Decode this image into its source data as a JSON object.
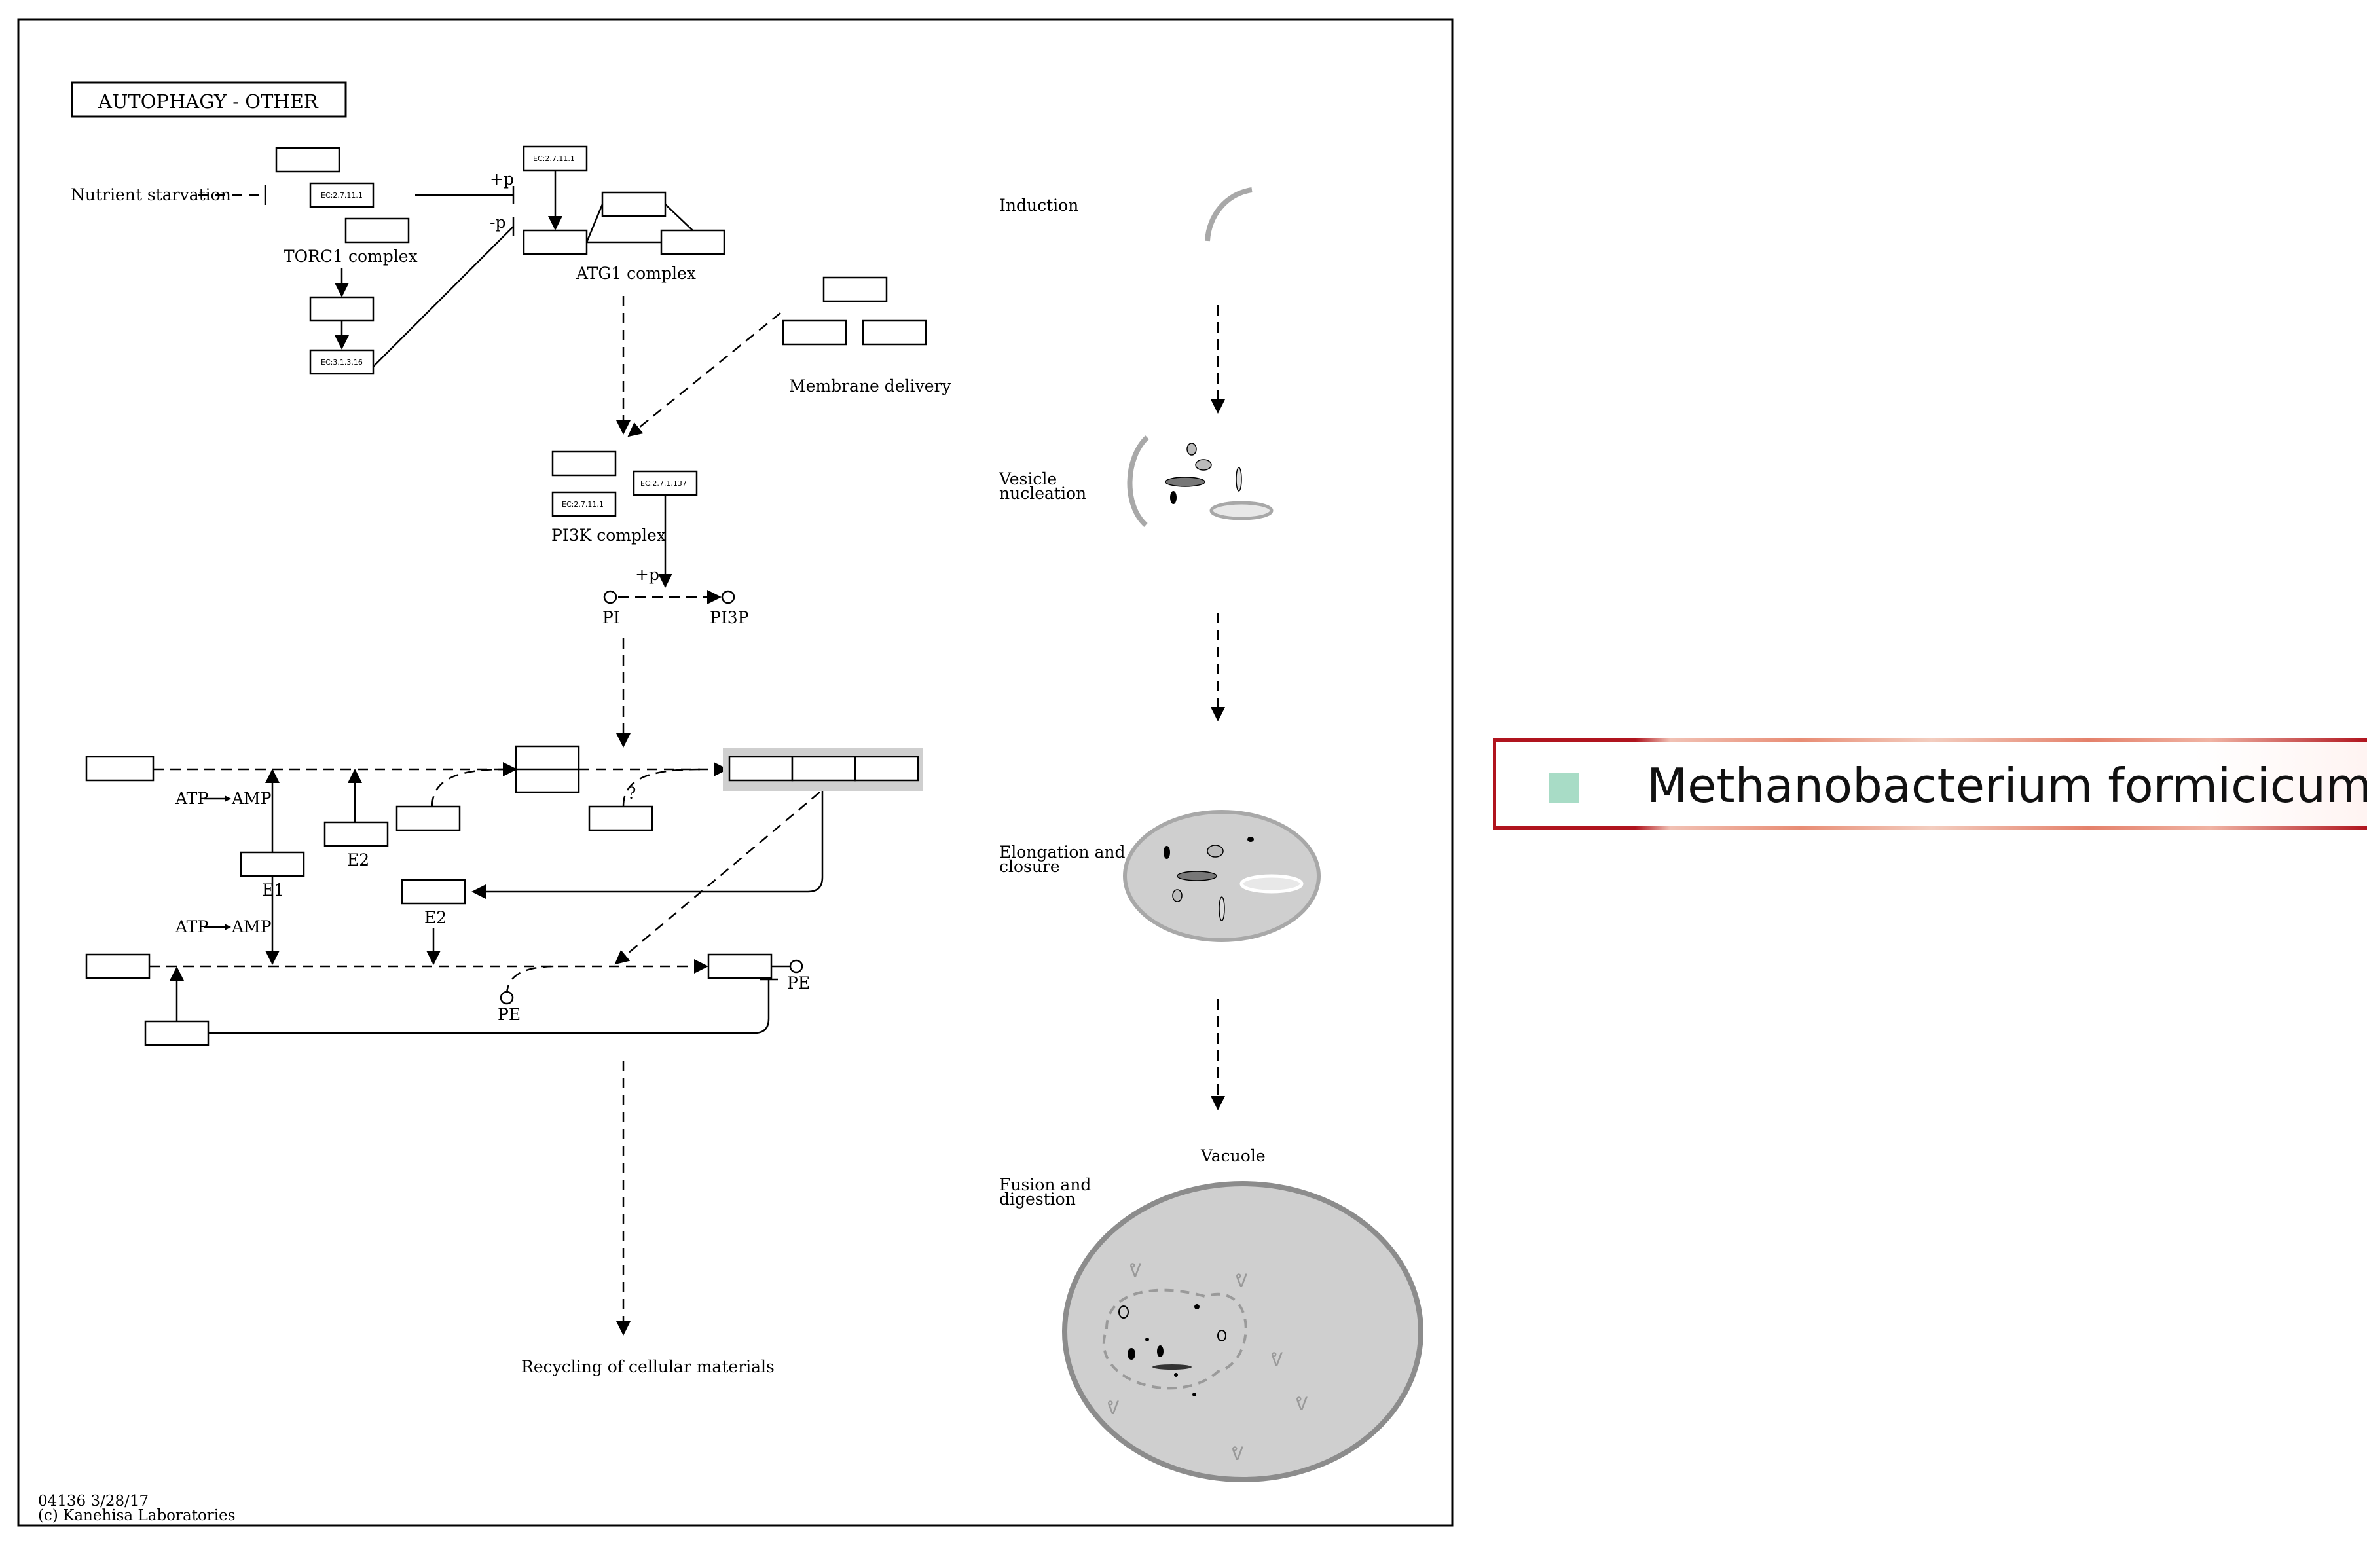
{
  "map": {
    "title": "AUTOPHAGY - OTHER",
    "footer_id": "04136 3/28/17",
    "footer_copyright": "(c) Kanehisa Laboratories"
  },
  "labels": {
    "nutrient_starvation": "Nutrient starvation",
    "torc1_complex": "TORC1 complex",
    "atg1_complex": "ATG1 complex",
    "membrane_delivery": "Membrane delivery",
    "pi3k_complex": "PI3K complex",
    "plus_p_1": "+p",
    "minus_p": "-p",
    "plus_p_2": "+p",
    "pi": "PI",
    "pi3p": "PI3P",
    "atp_1": "ATP",
    "amp_1": "AMP",
    "atp_2": "ATP",
    "amp_2": "AMP",
    "e1": "E1",
    "e2_1": "E2",
    "e2_2": "E2",
    "pe_1": "PE",
    "pe_2": "PE",
    "question": "?",
    "recycling": "Recycling of cellular materials",
    "induction": "Induction",
    "vesicle_nucleation": "Vesicle nucleation",
    "elongation_closure": "Elongation and closure",
    "vacuole": "Vacuole",
    "fusion_digestion": "Fusion and digestion"
  },
  "enzymes": {
    "torc1_ec": "EC:2.7.11.1",
    "atg1_ec": "EC:2.7.11.1",
    "torc1_down_ec": "EC:3.1.3.16",
    "pi3k_ec1": "EC:2.7.11.1",
    "pi3k_ec2": "EC:2.7.1.137"
  },
  "legend": {
    "organism": "Methanobacterium formicicum",
    "color": "#a8dcc6"
  }
}
